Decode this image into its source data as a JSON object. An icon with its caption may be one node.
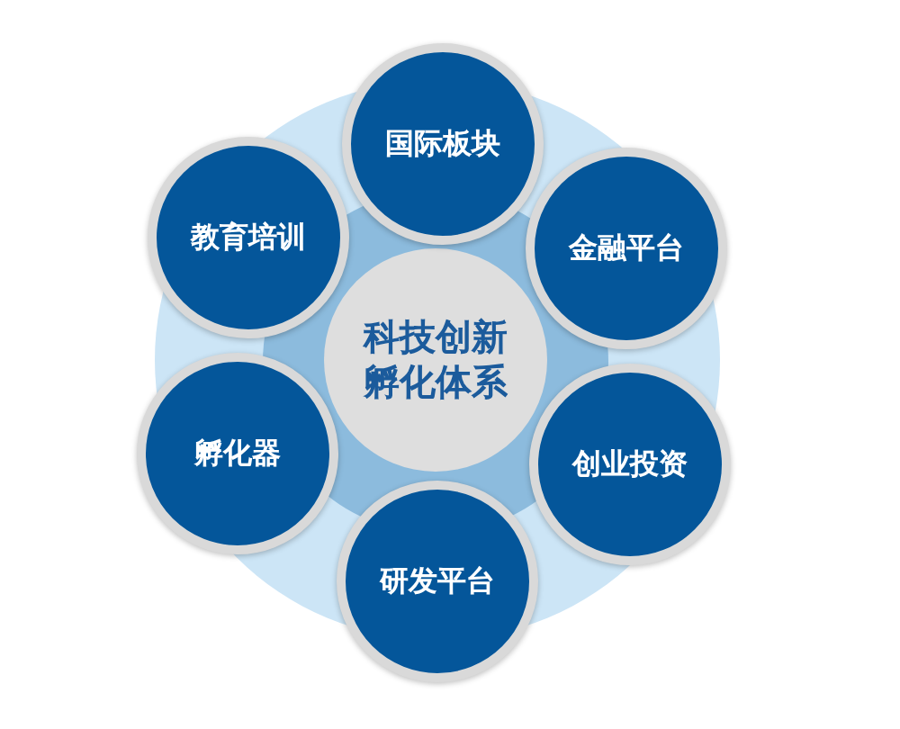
{
  "diagram": {
    "nodes": [
      {
        "text": [
          "科技创新孵化体系"
        ]
      },
      {
        "text": [
          "国际板块"
        ]
      },
      {
        "text": [
          "金融平台"
        ]
      },
      {
        "text": [
          "创业投资"
        ]
      },
      {
        "text": [
          "研发平台"
        ]
      },
      {
        "text": [
          "孵化器"
        ]
      },
      {
        "text": [
          "教育培训"
        ]
      }
    ]
  }
}
